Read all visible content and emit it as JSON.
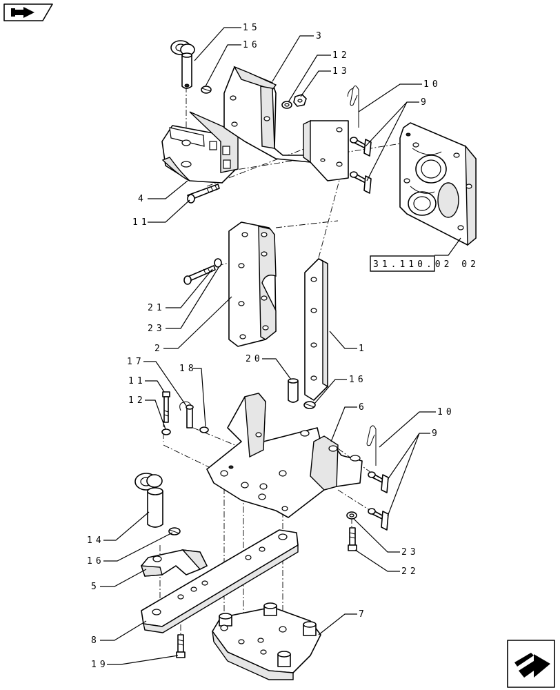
{
  "ref_label": "31.110.02 02",
  "callouts": [
    {
      "id": "c15a",
      "text": "15"
    },
    {
      "id": "c16a",
      "text": "16"
    },
    {
      "id": "c3",
      "text": "3"
    },
    {
      "id": "c12a",
      "text": "12"
    },
    {
      "id": "c13",
      "text": "13"
    },
    {
      "id": "c10a",
      "text": "10"
    },
    {
      "id": "c9a",
      "text": "9"
    },
    {
      "id": "c4",
      "text": "4"
    },
    {
      "id": "c11a",
      "text": "11"
    },
    {
      "id": "c21",
      "text": "21"
    },
    {
      "id": "c23a",
      "text": "23"
    },
    {
      "id": "c2",
      "text": "2"
    },
    {
      "id": "c1",
      "text": "1"
    },
    {
      "id": "c20",
      "text": "20"
    },
    {
      "id": "c16b",
      "text": "16"
    },
    {
      "id": "c17",
      "text": "17"
    },
    {
      "id": "c18",
      "text": "18"
    },
    {
      "id": "c11b",
      "text": "11"
    },
    {
      "id": "c12b",
      "text": "12"
    },
    {
      "id": "c6",
      "text": "6"
    },
    {
      "id": "c10b",
      "text": "10"
    },
    {
      "id": "c9b",
      "text": "9"
    },
    {
      "id": "c14",
      "text": "14"
    },
    {
      "id": "c16c",
      "text": "16"
    },
    {
      "id": "c5",
      "text": "5"
    },
    {
      "id": "c23b",
      "text": "23"
    },
    {
      "id": "c22",
      "text": "22"
    },
    {
      "id": "c8",
      "text": "8"
    },
    {
      "id": "c7",
      "text": "7"
    },
    {
      "id": "c19",
      "text": "19"
    }
  ],
  "icons": {
    "top_left": "book-arrow-icon",
    "bottom_right": "next-page-arrow-icon"
  }
}
